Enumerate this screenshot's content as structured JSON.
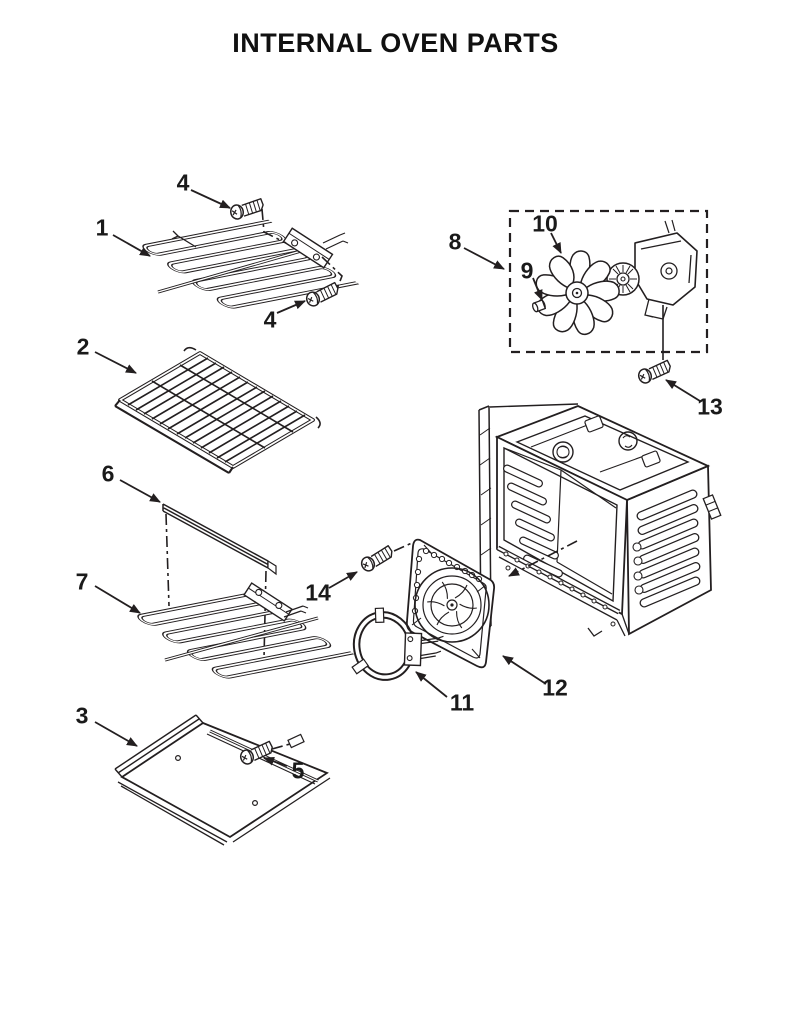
{
  "title": "INTERNAL OVEN PARTS",
  "colors": {
    "line": "#231f20",
    "background": "#ffffff"
  },
  "diagram": {
    "type": "exploded-parts-diagram",
    "callouts": [
      {
        "label": "1"
      },
      {
        "label": "4"
      },
      {
        "label": "4"
      },
      {
        "label": "2"
      },
      {
        "label": "6"
      },
      {
        "label": "7"
      },
      {
        "label": "14"
      },
      {
        "label": "3"
      },
      {
        "label": "5"
      },
      {
        "label": "8"
      },
      {
        "label": "9"
      },
      {
        "label": "10"
      },
      {
        "label": "13"
      },
      {
        "label": "11"
      },
      {
        "label": "12"
      }
    ]
  }
}
